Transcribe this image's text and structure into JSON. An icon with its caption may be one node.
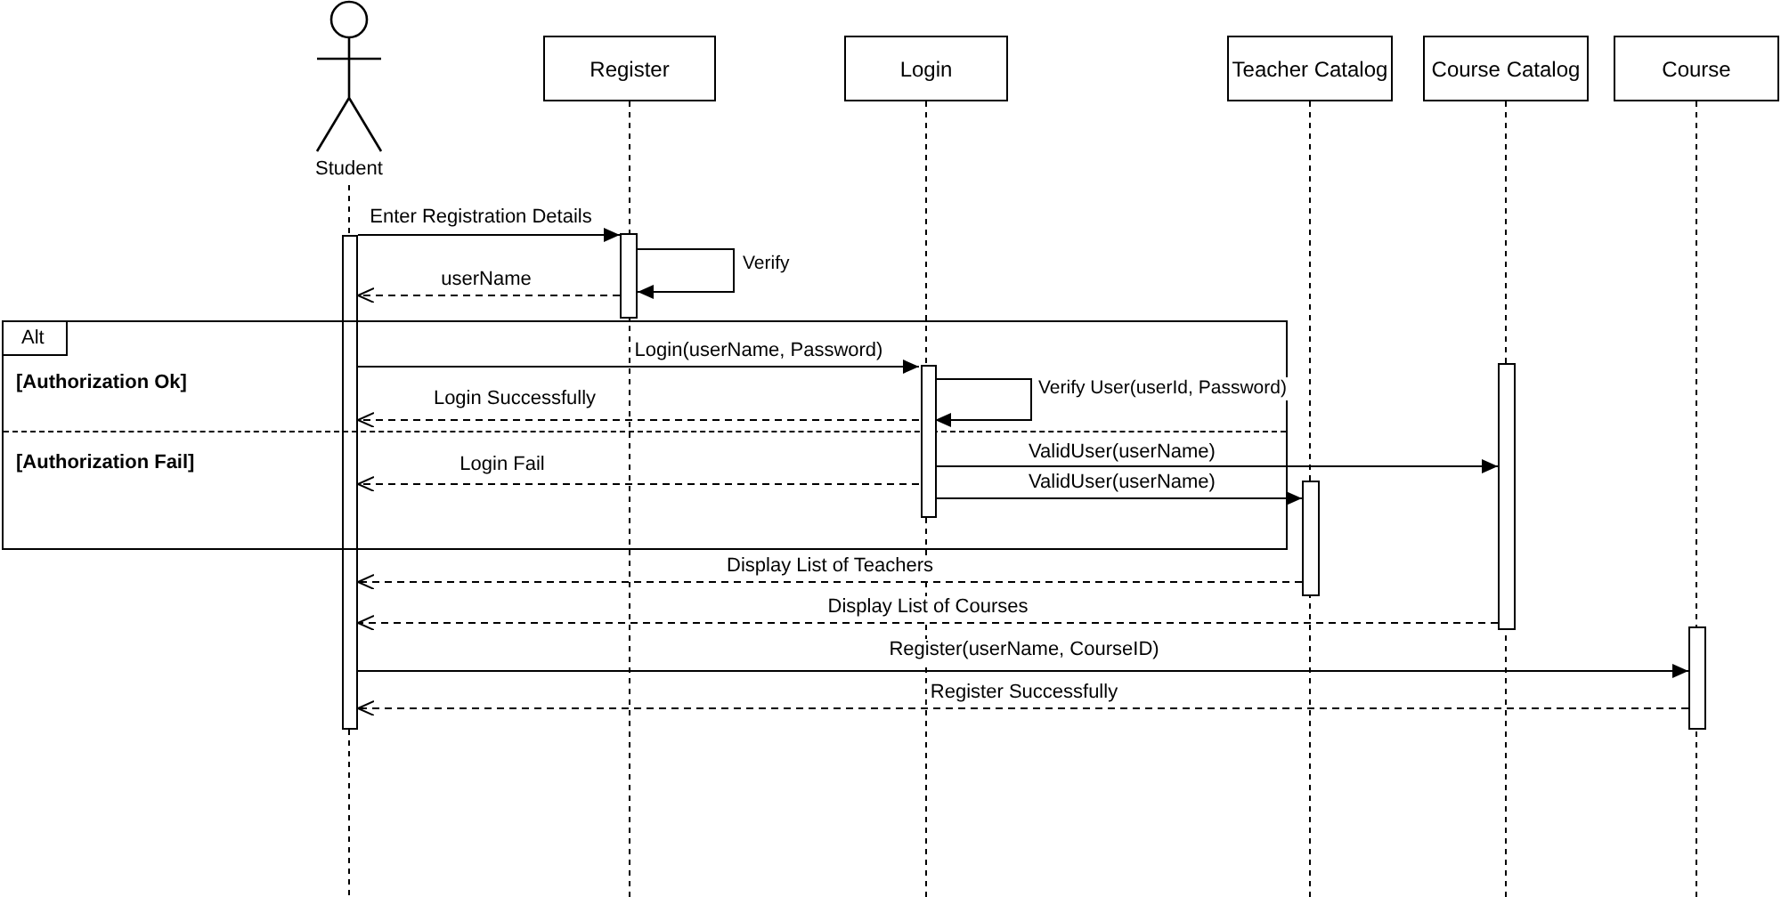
{
  "diagram": {
    "nodes": [
      {
        "text": [
          "Student"
        ]
      },
      {
        "text": [
          "Register"
        ]
      },
      {
        "text": [
          "Login"
        ]
      },
      {
        "text": [
          "Teacher Catalog"
        ]
      },
      {
        "text": [
          "Course Catalog"
        ]
      },
      {
        "text": [
          "Course"
        ]
      },
      {
        "text": [],
        "shape": "bar"
      },
      {
        "text": [],
        "shape": "bar"
      },
      {
        "text": [
          "Alt",
          "[Authorization Ok]",
          "[Authorization Fail]"
        ]
      },
      {
        "text": [],
        "shape": "bar",
        "in": 8
      },
      {
        "text": [],
        "shape": "bar"
      },
      {
        "text": [],
        "shape": "bar"
      },
      {
        "text": [],
        "shape": "bar"
      }
    ],
    "edges": [
      {
        "from": 6,
        "to": 7,
        "arrow": "to",
        "label": "Enter Registration Details"
      },
      {
        "from": 7,
        "to": 7,
        "arrow": "to",
        "label": "Verify"
      },
      {
        "from": 7,
        "to": 6,
        "arrow": "to",
        "label": "userName",
        "style": "dashed"
      },
      {
        "from": 6,
        "to": 9,
        "arrow": "to",
        "label": "Login(userName, Password)"
      },
      {
        "from": 9,
        "to": 9,
        "arrow": "to",
        "label": "Verify User(userId, Password)"
      },
      {
        "from": 9,
        "to": 6,
        "arrow": "to",
        "label": "Login Successfully",
        "style": "dashed"
      },
      {
        "from": 9,
        "to": 10,
        "arrow": "to",
        "label": "ValidUser(userName)"
      },
      {
        "from": 9,
        "to": 6,
        "arrow": "to",
        "label": "Login Fail",
        "style": "dashed"
      },
      {
        "from": 9,
        "to": 11,
        "arrow": "to",
        "label": "ValidUser(userName)"
      },
      {
        "from": 11,
        "to": 6,
        "arrow": "to",
        "label": "Display List of Teachers",
        "style": "dashed"
      },
      {
        "from": 10,
        "to": 6,
        "arrow": "to",
        "label": "Display List of Courses",
        "style": "dashed"
      },
      {
        "from": 6,
        "to": 12,
        "arrow": "to",
        "label": "Register(userName, CourseID)"
      },
      {
        "from": 12,
        "to": 6,
        "arrow": "to",
        "label": "Register Successfully",
        "style": "dashed"
      }
    ]
  }
}
